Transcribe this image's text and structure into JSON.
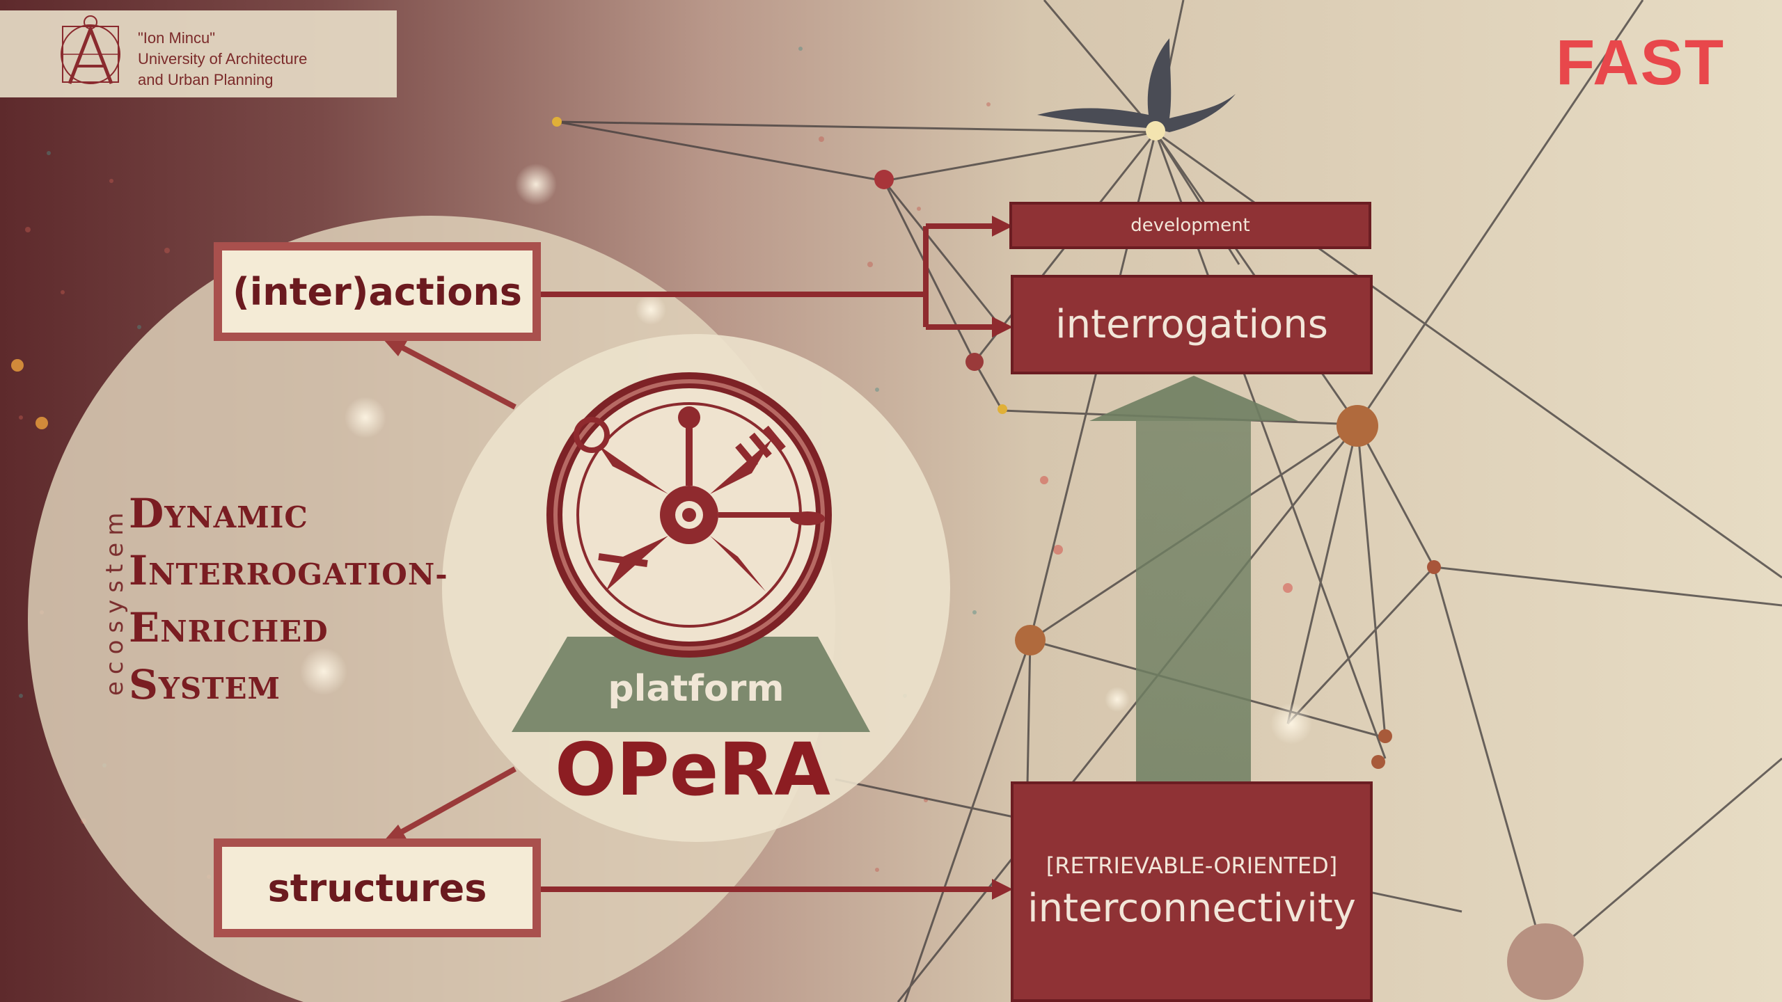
{
  "header": {
    "university_name_line1": "\"Ion Mincu\"",
    "university_name_line2": "University of Architecture",
    "university_name_line3": "and Urban Planning",
    "partner_logo_text": "FAST"
  },
  "diagram": {
    "left_boxes": {
      "top_label": "(inter)actions",
      "bottom_label": "structures"
    },
    "right_boxes": {
      "development_label": "development",
      "interrogations_label": "interrogations",
      "retrievable_label": "[RETRIEVABLE-ORIENTED]",
      "interconnectivity_label": "interconnectivity"
    },
    "vertical_caption": "ecosystem",
    "acronym": {
      "line1_cap": "D",
      "line1_rest": "YNAMIC",
      "line2_cap": "I",
      "line2_rest": "NTERROGATION-",
      "line3_cap": "E",
      "line3_rest": "NRICHED",
      "line4_cap": "S",
      "line4_rest": "YSTEM"
    },
    "platform_label": "platform",
    "platform_name": "OPeRA"
  },
  "colors": {
    "dark_red": "#8f3235",
    "box_border": "#a9504d",
    "cream": "#f4ebd6",
    "sage_green": "#7d8a6e",
    "fast_red": "#e8474b"
  }
}
